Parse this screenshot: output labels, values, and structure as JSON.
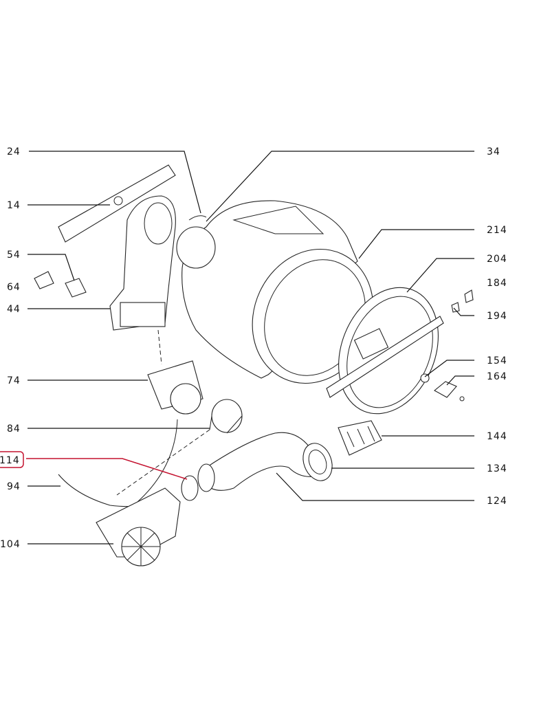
{
  "diagram": {
    "highlight_color": "#c4122f",
    "highlighted_part": "114",
    "labels": {
      "p24": "24",
      "p14": "14",
      "p54": "54",
      "p64": "64",
      "p44": "44",
      "p74": "74",
      "p84": "84",
      "p114": "114",
      "p94": "94",
      "p104": "104",
      "p34": "34",
      "p214": "214",
      "p204": "204",
      "p184": "184",
      "p194": "194",
      "p154": "154",
      "p164": "164",
      "p144": "144",
      "p134": "134",
      "p124": "124"
    }
  }
}
